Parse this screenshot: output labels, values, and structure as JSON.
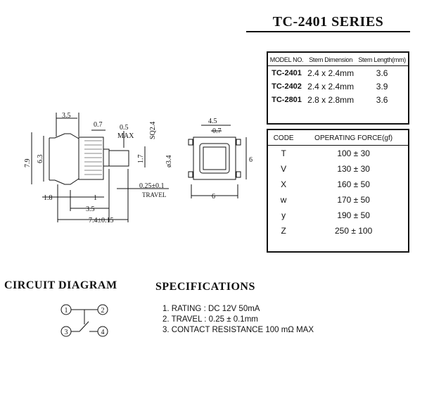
{
  "title": "TC-2401  SERIES",
  "model_table": {
    "headers": [
      "MODEL NO.",
      "Stem Dimension",
      "Stem Length(mm)"
    ],
    "rows": [
      {
        "model": "TC-2401",
        "stem": "2.4 x 2.4mm",
        "length": "3.6"
      },
      {
        "model": "TC-2402",
        "stem": "2.4 x 2.4mm",
        "length": "3.9"
      },
      {
        "model": "TC-2801",
        "stem": "2.8 x 2.8mm",
        "length": "3.6"
      }
    ]
  },
  "force_table": {
    "headers": [
      "CODE",
      "OPERATING FORCE(gf)"
    ],
    "rows": [
      {
        "code": "T",
        "force": "100 ± 30"
      },
      {
        "code": "V",
        "force": "130 ± 30"
      },
      {
        "code": "X",
        "force": "160 ± 50"
      },
      {
        "code": "w",
        "force": "170 ± 50"
      },
      {
        "code": "y",
        "force": "190 ± 50"
      },
      {
        "code": "Z",
        "force": "250 ± 100"
      }
    ]
  },
  "drawing": {
    "dims": {
      "d35_top": "3.5",
      "d07": "0.7",
      "d05": "0.5",
      "max": "MAX",
      "sq24": "SQ2.4",
      "d79": "7.9",
      "d63": "6.3",
      "d17": "1.7",
      "phi34": "ø3.4",
      "d025": "0.25±0.1",
      "travel": "TRAVEL",
      "d18": "1.8",
      "d1": "1",
      "d35_bot": "3.5",
      "d74": "7.4±0.15",
      "d45": "4.5",
      "d07b": "0.7",
      "d6_right": "6",
      "d6_bottom": "6"
    }
  },
  "circuit": {
    "heading": "CIRCUIT  DIAGRAM",
    "pins": [
      "1",
      "2",
      "3",
      "4"
    ]
  },
  "specifications": {
    "heading": "SPECIFICATIONS",
    "items": [
      "1. RATING : DC 12V  50mA",
      "2. TRAVEL : 0.25 ± 0.1mm",
      "3. CONTACT RESISTANCE 100 mΩ MAX"
    ]
  }
}
